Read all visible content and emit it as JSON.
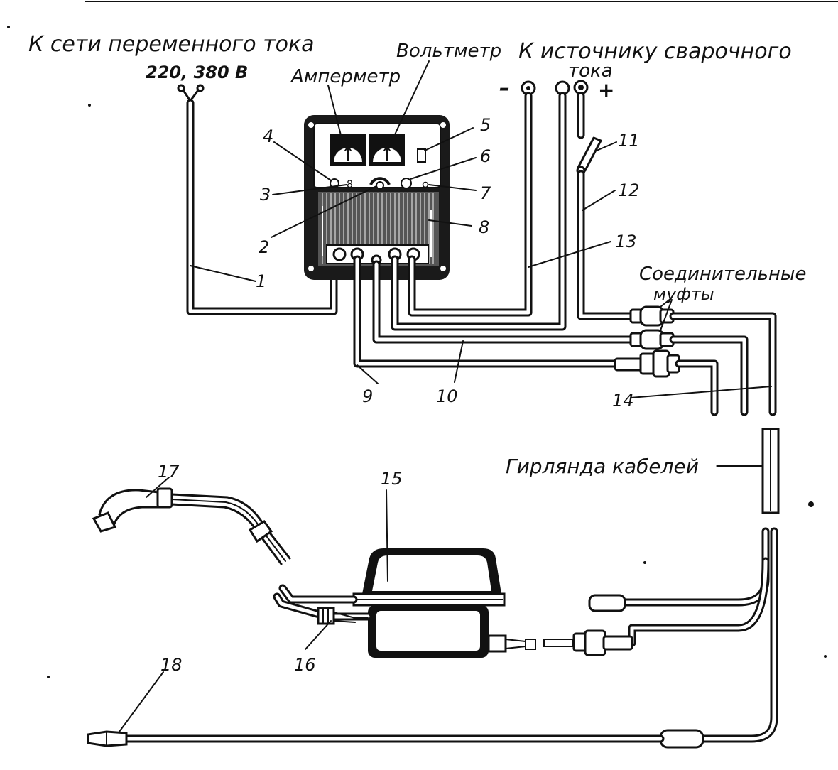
{
  "labels": {
    "mains_line1": "К сети переменного тока",
    "mains_line2": "220, 380 В",
    "ammeter": "Амперметр",
    "voltmeter": "Вольтметр",
    "source_line1": "К источнику сварочного",
    "source_line2": "тока",
    "minus": "–",
    "plus": "+",
    "couplings_line1": "Соединительные",
    "couplings_line2": "муфты",
    "cable_garland": "Гирлянда кабелей"
  },
  "callouts": [
    "1",
    "2",
    "3",
    "4",
    "5",
    "6",
    "7",
    "8",
    "9",
    "10",
    "11",
    "12",
    "13",
    "14",
    "15",
    "16",
    "17",
    "18"
  ]
}
